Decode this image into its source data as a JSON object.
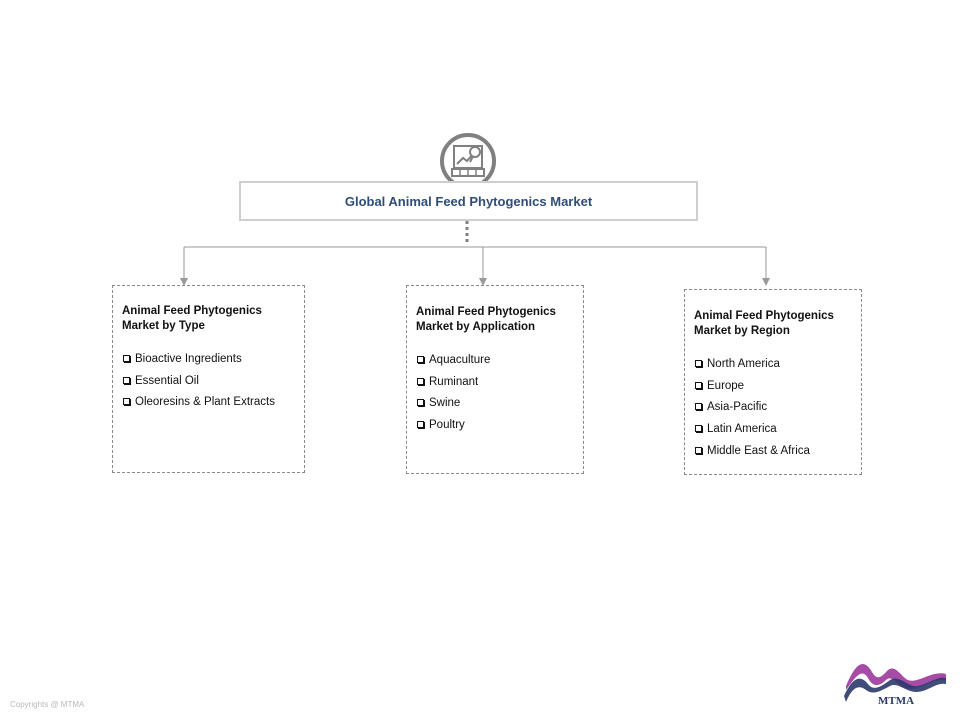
{
  "title": "Global Animal Feed Phytogenics Market",
  "segments": [
    {
      "heading": "Animal Feed Phytogenics\nMarket by Type",
      "items": [
        "Bioactive Ingredients",
        "Essential Oil",
        "Oleoresins & Plant Extracts"
      ]
    },
    {
      "heading": "Animal Feed Phytogenics\nMarket by Application",
      "items": [
        "Aquaculture",
        "Ruminant",
        "Swine",
        "Poultry"
      ]
    },
    {
      "heading": "Animal Feed Phytogenics\nMarket by Region",
      "items": [
        "North America",
        "Europe",
        "Asia-Pacific",
        "Latin America",
        "Middle East & Africa"
      ]
    }
  ],
  "footer": {
    "copyright": "Copyrights @ MTMA"
  },
  "brand": {
    "logo_text": "MTMA"
  },
  "icons": {
    "top": "market-analysis-icon"
  },
  "colors": {
    "title_text": "#2f4d7a",
    "connector": "#8a8a8a",
    "logo_purple": "#a64ca6",
    "logo_navy": "#2b3a6b"
  }
}
